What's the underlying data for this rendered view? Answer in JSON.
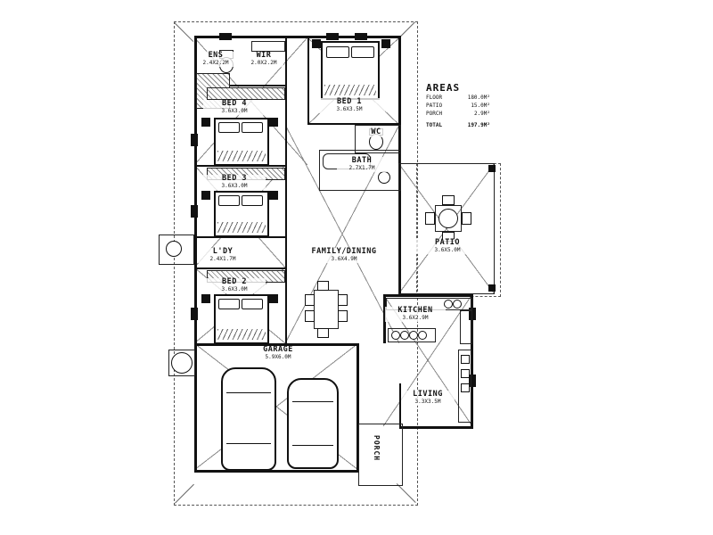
{
  "areas": {
    "title": "AREAS",
    "rows": [
      {
        "label": "FLOOR",
        "value": "180.0M²"
      },
      {
        "label": "PATIO",
        "value": "15.0M²"
      },
      {
        "label": "PORCH",
        "value": "2.9M²"
      },
      {
        "label": "TOTAL",
        "value": "197.9M²"
      }
    ]
  },
  "rooms": {
    "ens": {
      "name": "ENS",
      "dim": "2.4X2.2M"
    },
    "wir": {
      "name": "WIR",
      "dim": "2.0X2.2M"
    },
    "bed1": {
      "name": "BED 1",
      "dim": "3.6X3.5M"
    },
    "bed4": {
      "name": "BED 4",
      "dim": "3.6X3.0M"
    },
    "wc": {
      "name": "WC",
      "dim": ""
    },
    "bath": {
      "name": "BATH",
      "dim": "2.7X1.7M"
    },
    "bed3": {
      "name": "BED 3",
      "dim": "3.6X3.0M"
    },
    "ldy": {
      "name": "L'DY",
      "dim": "2.4X1.7M"
    },
    "bed2": {
      "name": "BED 2",
      "dim": "3.6X3.0M"
    },
    "family": {
      "name": "FAMILY/DINING",
      "dim": "3.6X4.9M"
    },
    "patio": {
      "name": "PATIO",
      "dim": "3.6X5.0M"
    },
    "kitchen": {
      "name": "KITCHEN",
      "dim": "3.6X2.9M"
    },
    "living": {
      "name": "LIVING",
      "dim": "3.3X3.5M"
    },
    "garage": {
      "name": "GARAGE",
      "dim": "5.9X6.0M"
    },
    "porch": {
      "name": "PORCH",
      "dim": ""
    }
  }
}
